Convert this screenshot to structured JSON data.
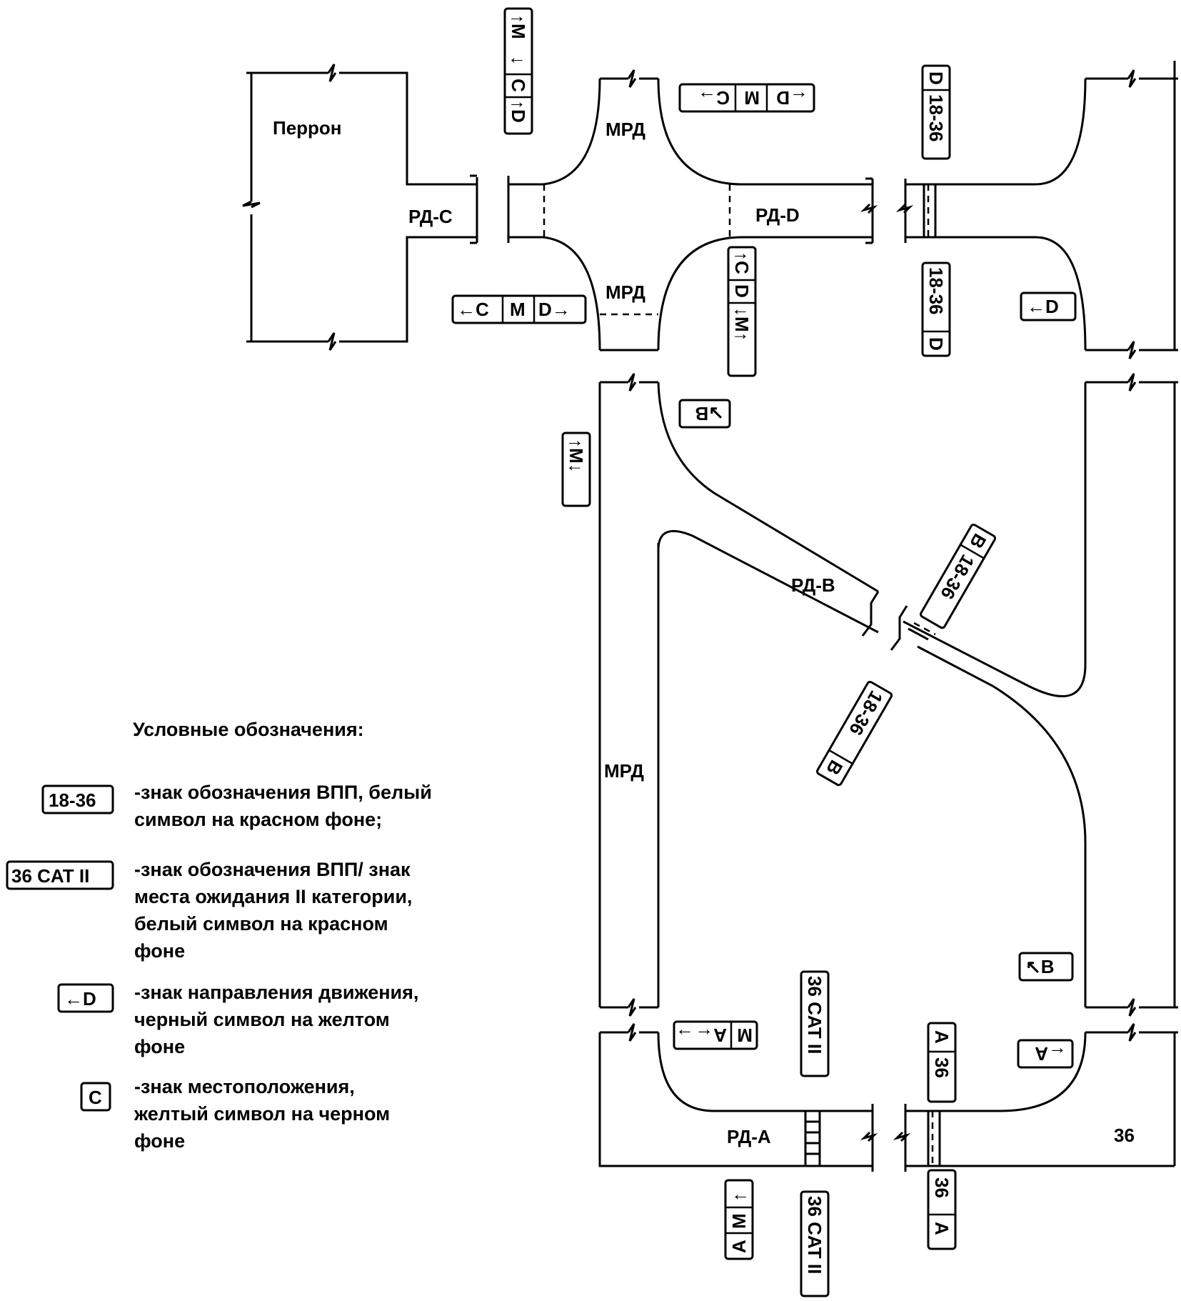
{
  "labels": {
    "perron": "Перрон",
    "rd_c": "РД-С",
    "rd_d": "РД-D",
    "rd_b": "РД-В",
    "rd_a": "РД-А",
    "mrd_top": "МРД",
    "mrd_mid": "МРД",
    "mrd_left": "МРД",
    "runway_end": "36"
  },
  "signs": {
    "top_vertical": [
      "↑M",
      "↓",
      "C",
      "↑D"
    ],
    "top_horizontal": [
      "←D",
      "M",
      "C→"
    ],
    "runway_d_top": [
      "D",
      "18-36"
    ],
    "runway_d_bottom": [
      "18-36",
      "D"
    ],
    "dir_d_right": [
      "←D"
    ],
    "left_horizontal": [
      "←C",
      "M",
      "D→"
    ],
    "mid_vertical": [
      "↑C",
      "D",
      "↓M↑"
    ],
    "b_turn_top": [
      "↘B"
    ],
    "m_vertical_left": [
      "↑M↓"
    ],
    "b_runway_upper": [
      "B",
      "18-36"
    ],
    "b_runway_lower": [
      "18-36",
      "B"
    ],
    "b_turn_right": [
      "↖B"
    ],
    "a_horizontal": [
      "M",
      "A←",
      "→"
    ],
    "cat_ii_upper": [
      "36 CAT II"
    ],
    "a_runway_top": [
      "A",
      "36"
    ],
    "dir_a_right": [
      "←A"
    ],
    "a_bottom_vertical": [
      "A",
      "M",
      "↑"
    ],
    "cat_ii_lower": [
      "36 CAT II"
    ],
    "a_runway_bottom": [
      "36",
      "A"
    ]
  },
  "legend": {
    "title": "Условные обозначения:",
    "items": [
      {
        "sign": "18-36",
        "text_lines": [
          "-знак обозначения ВПП, белый",
          "символ на красном фоне;"
        ]
      },
      {
        "sign": "36 CAT II",
        "text_lines": [
          "-знак обозначения ВПП/ знак",
          "места ожидания II категории,",
          "белый символ на красном",
          "фоне"
        ]
      },
      {
        "sign": "←D",
        "text_lines": [
          "-знак направления движения,",
          "черный символ на желтом",
          "фоне"
        ]
      },
      {
        "sign": "C",
        "text_lines": [
          "-знак местоположения,",
          "желтый символ на черном",
          "фоне"
        ]
      }
    ]
  }
}
